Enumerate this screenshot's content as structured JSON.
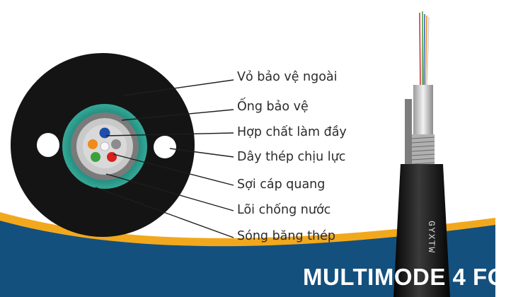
{
  "labels": [
    "Vỏ bảo vệ ngoài",
    "Ống bảo vệ",
    "Hợp chất làm đầy",
    "Dây thép chịu lực",
    "Sợi cáp quang",
    "Lõi chống nước",
    "Sóng băng thép"
  ],
  "banner": {
    "text": "MULTIMODE 4 FO"
  },
  "cable_print": "GYXTW",
  "colors": {
    "sheath": "#141414",
    "armor_ring": "#2a9a8c",
    "banner_blue": "#14507e",
    "banner_orange": "#f2a81d",
    "fiber_blue": "#1f4ea8",
    "fiber_orange": "#f08a1a",
    "fiber_red": "#d8211c",
    "fiber_green": "#3aa23a"
  }
}
